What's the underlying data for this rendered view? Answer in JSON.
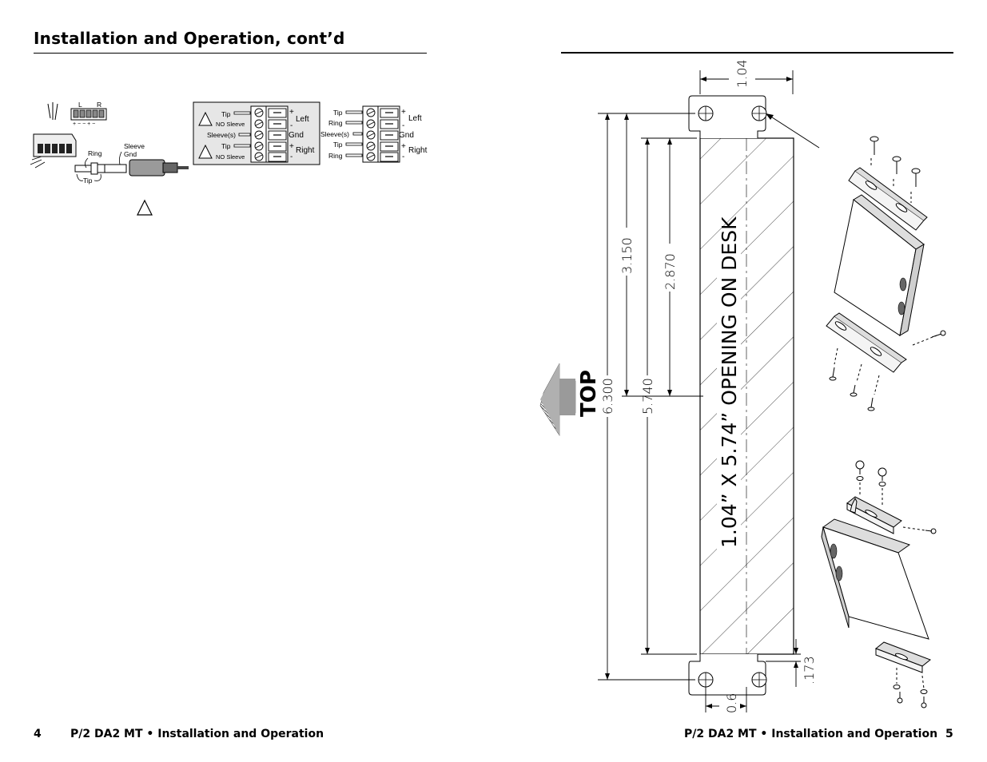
{
  "page": {
    "title": "Installation and Operation, cont’d",
    "footer_left_page": "4",
    "footer_left_text": "P/2 DA2 MT • Installation and Operation",
    "footer_right_text": "P/2 DA2 MT • Installation and Operation",
    "footer_right_page": "5"
  },
  "connector_diagram": {
    "plug_top_labels": [
      "L",
      "R"
    ],
    "plug_signs": "+  −  −  +  −",
    "jack_labels": {
      "ring": "Ring",
      "tip": "Tip",
      "sleeve": "Sleeve",
      "gnd": "Gnd"
    },
    "unbalanced_box": {
      "tip1": "Tip",
      "no_sleeve1": "NO Sleeve",
      "sleeve": "Sleeve(s)",
      "tip2": "Tip",
      "no_sleeve2": "NO Sleeve",
      "left": "Left",
      "gnd": "Gnd",
      "right": "Right",
      "plus": "+",
      "minus": "-"
    },
    "balanced_box": {
      "tip1": "Tip",
      "ring1": "Ring",
      "sleeve": "Sleeve(s)",
      "tip2": "Tip",
      "ring2": "Ring",
      "left": "Left",
      "gnd": "Gnd",
      "right": "Right",
      "plus": "+",
      "minus": "-"
    }
  },
  "template_drawing": {
    "dims": {
      "top_width": "1.04",
      "height_overall": "6.300",
      "height_holes": "3.150",
      "height_opening": "5.740",
      "height_half": "2.870",
      "bottom_width": "0.6",
      "tab_depth": ".173"
    },
    "opening_label": "1.04”  X  5.74”  OPENING ON DESK",
    "top_label": "TOP"
  }
}
